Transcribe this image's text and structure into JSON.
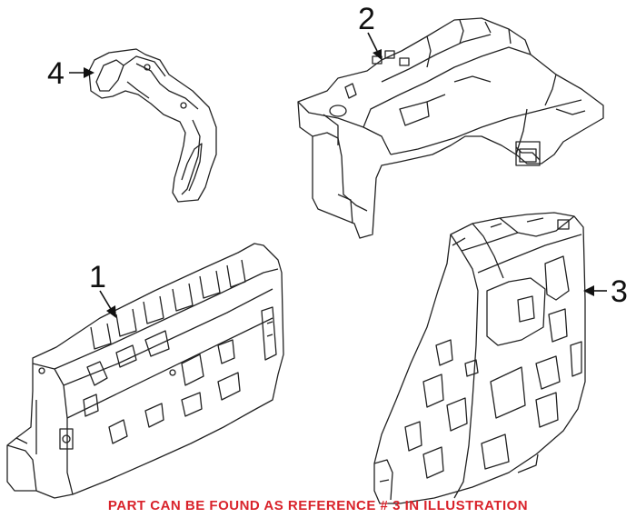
{
  "callouts": [
    {
      "label": "1",
      "icon": "part-module-1"
    },
    {
      "label": "2",
      "icon": "part-bracket-housing-2"
    },
    {
      "label": "3",
      "icon": "part-fuse-box-3"
    },
    {
      "label": "4",
      "icon": "part-metal-bracket-4"
    }
  ],
  "caption": "PART CAN BE FOUND AS REFERENCE # 3 IN ILLUSTRATION",
  "colors": {
    "caption": "#d9232b",
    "line_art": "#222222"
  }
}
